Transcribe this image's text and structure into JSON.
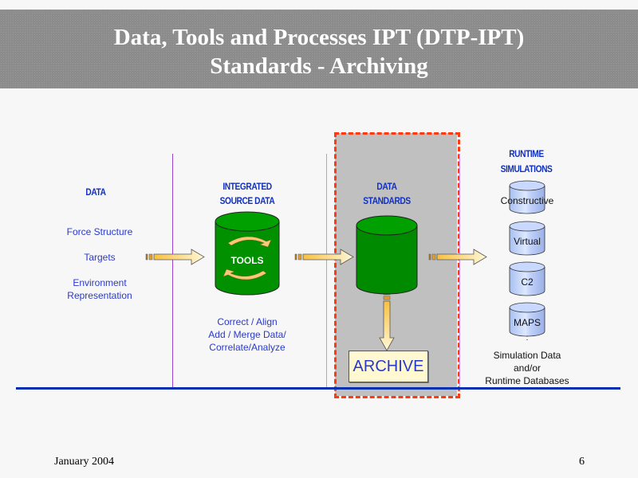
{
  "header": {
    "title_line1": "Data, Tools and Processes IPT (DTP-IPT)",
    "title_line2": "Standards - Archiving"
  },
  "columns": {
    "data": {
      "heading": "DATA",
      "items": [
        "Force Structure",
        "Targets",
        "Environment",
        "Representation"
      ]
    },
    "integrated": {
      "heading_line1": "INTEGRATED",
      "heading_line2": "SOURCE DATA",
      "cylinder_label": "TOOLS",
      "notes": [
        "Correct / Align",
        "Add / Merge Data/",
        "Correlate/Analyze"
      ]
    },
    "standards": {
      "heading_line1": "DATA",
      "heading_line2": "STANDARDS",
      "archive_label": "ARCHIVE"
    },
    "runtime": {
      "heading_line1": "RUNTIME",
      "heading_line2": "SIMULATIONS",
      "databases": [
        "Constructive",
        "Virtual",
        "C2",
        "MAPS"
      ],
      "ellipsis": ":",
      "notes": [
        "Simulation Data",
        "and/or",
        "Runtime Databases"
      ]
    }
  },
  "colors": {
    "heading": "#1030c0",
    "text_blue": "#2a3ac8",
    "cylinder_green": "#008800",
    "highlight_dash": "#ff3a10",
    "baseline": "#0030b0"
  },
  "footer": {
    "date": "January 2004",
    "page": "6"
  }
}
